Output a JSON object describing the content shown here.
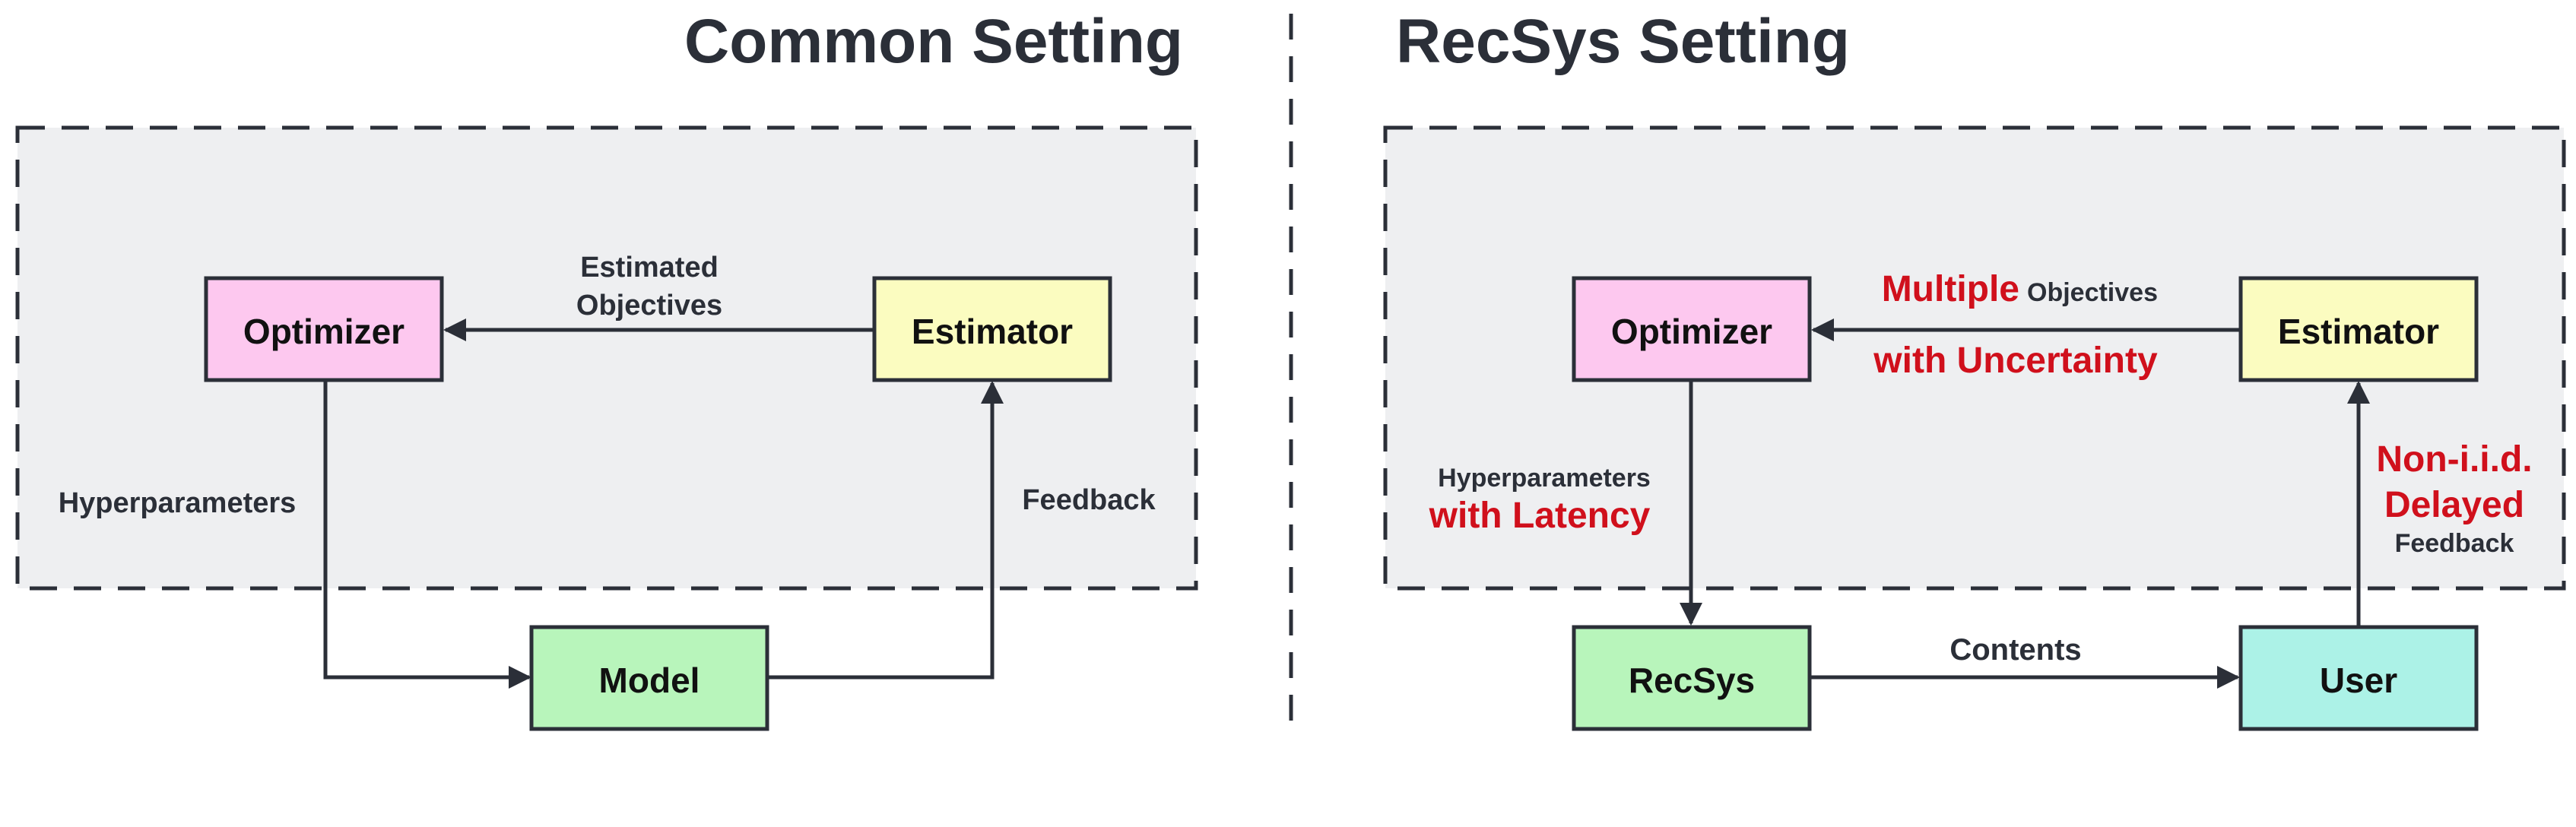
{
  "colors": {
    "panel_bg": "#eeeff1",
    "line": "#2b2f38",
    "optimizer": "#fdc8ef",
    "estimator": "#fbfcc0",
    "model": "#b8f5bb",
    "recsys": "#b8f5bb",
    "user": "#acf2e7",
    "highlight": "#d0101c"
  },
  "left": {
    "title": "Common Setting",
    "optimizer": "Optimizer",
    "estimator": "Estimator",
    "model": "Model",
    "estimated_line1": "Estimated",
    "estimated_line2": "Objectives",
    "hyperparameters": "Hyperparameters",
    "feedback": "Feedback"
  },
  "right": {
    "title": "RecSys Setting",
    "optimizer": "Optimizer",
    "estimator": "Estimator",
    "recsys": "RecSys",
    "user": "User",
    "multiple": "Multiple",
    "objectives": "Objectives",
    "with_uncertainty": "with Uncertainty",
    "hyperparameters": "Hyperparameters",
    "with_latency": "with Latency",
    "non_iid": "Non-i.i.d.",
    "delayed": "Delayed",
    "feedback": "Feedback",
    "contents": "Contents"
  }
}
